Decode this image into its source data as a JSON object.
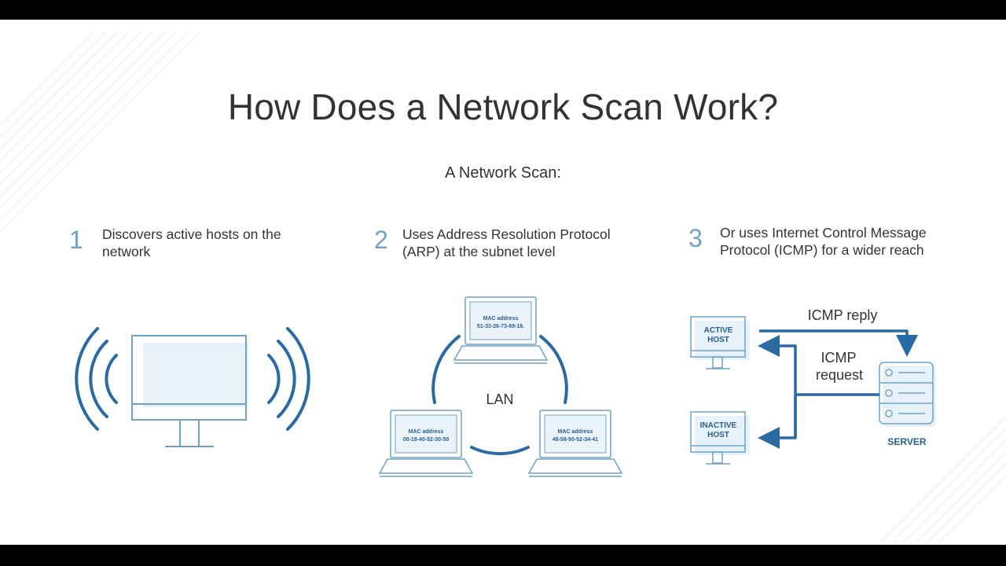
{
  "title": "How Does a Network Scan Work?",
  "subtitle": "A Network Scan:",
  "steps": [
    {
      "number": "1",
      "line1": "Discovers active hosts on the",
      "line2": "network"
    },
    {
      "number": "2",
      "line1": "Uses Address Resolution Protocol",
      "line2": "(ARP) at the subnet level"
    },
    {
      "number": "3",
      "line1": "Or uses Internet Control Message",
      "line2": "Protocol (ICMP) for a wider reach"
    }
  ],
  "lan": {
    "label": "LAN",
    "laptops": [
      {
        "mac_label": "MAC address",
        "mac": "51-33-26-73-69-18."
      },
      {
        "mac_label": "MAC address",
        "mac": "00-18-40-52-30-59"
      },
      {
        "mac_label": "MAC address",
        "mac": "48-58-90-52-34-41"
      }
    ]
  },
  "icmp": {
    "reply_label": "ICMP reply",
    "request_label_1": "ICMP",
    "request_label_2": "request",
    "active_host_1": "ACTIVE",
    "active_host_2": "HOST",
    "inactive_host_1": "INACTIVE",
    "inactive_host_2": "HOST",
    "server_label": "SERVER"
  },
  "colors": {
    "accent": "#2a6aa3",
    "icon_stroke": "#6fa2c6",
    "icon_fill": "#e6f1f9",
    "number": "#6fa2c6",
    "text": "#333333"
  }
}
